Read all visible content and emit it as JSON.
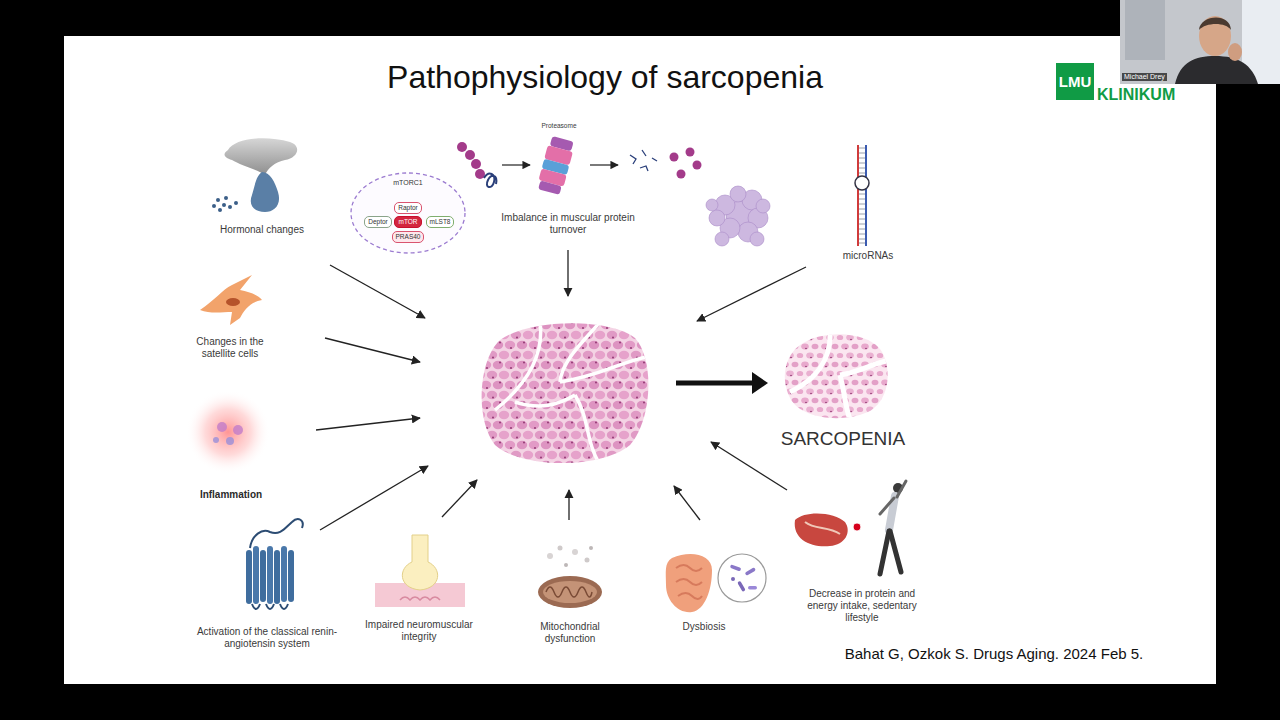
{
  "diagram": {
    "title": "Pathophysiology of sarcopenia",
    "caption": "Bahat G, Ozkok S. Drugs Aging. 2024 Feb 5.",
    "nodes": [
      {
        "text": [
          "mTORC1"
        ]
      },
      {
        "text": [
          "Raptor"
        ],
        "in": 0
      },
      {
        "text": [
          "Deptor"
        ],
        "in": 0
      },
      {
        "text": [
          "mTOR"
        ],
        "in": 0
      },
      {
        "text": [
          "mLST8"
        ],
        "in": 0
      },
      {
        "text": [
          "PRAS40"
        ],
        "in": 0
      }
    ],
    "labels": [
      "Proteasome",
      "Imbalance in muscular protein turnover",
      "Hormonal changes",
      "microRNAs",
      "Changes in the satellite cells",
      "Inflammation",
      "Activation of the classical renin-angiotensin system",
      "Impaired neuromuscular integrity",
      "Mitochondrial dysfunction",
      "Dysbiosis",
      "Decrease in protein and energy intake, sedentary lifestyle",
      "SARCOPENIA",
      "LMU",
      "KLINIKUM",
      "Michael Drey"
    ]
  }
}
